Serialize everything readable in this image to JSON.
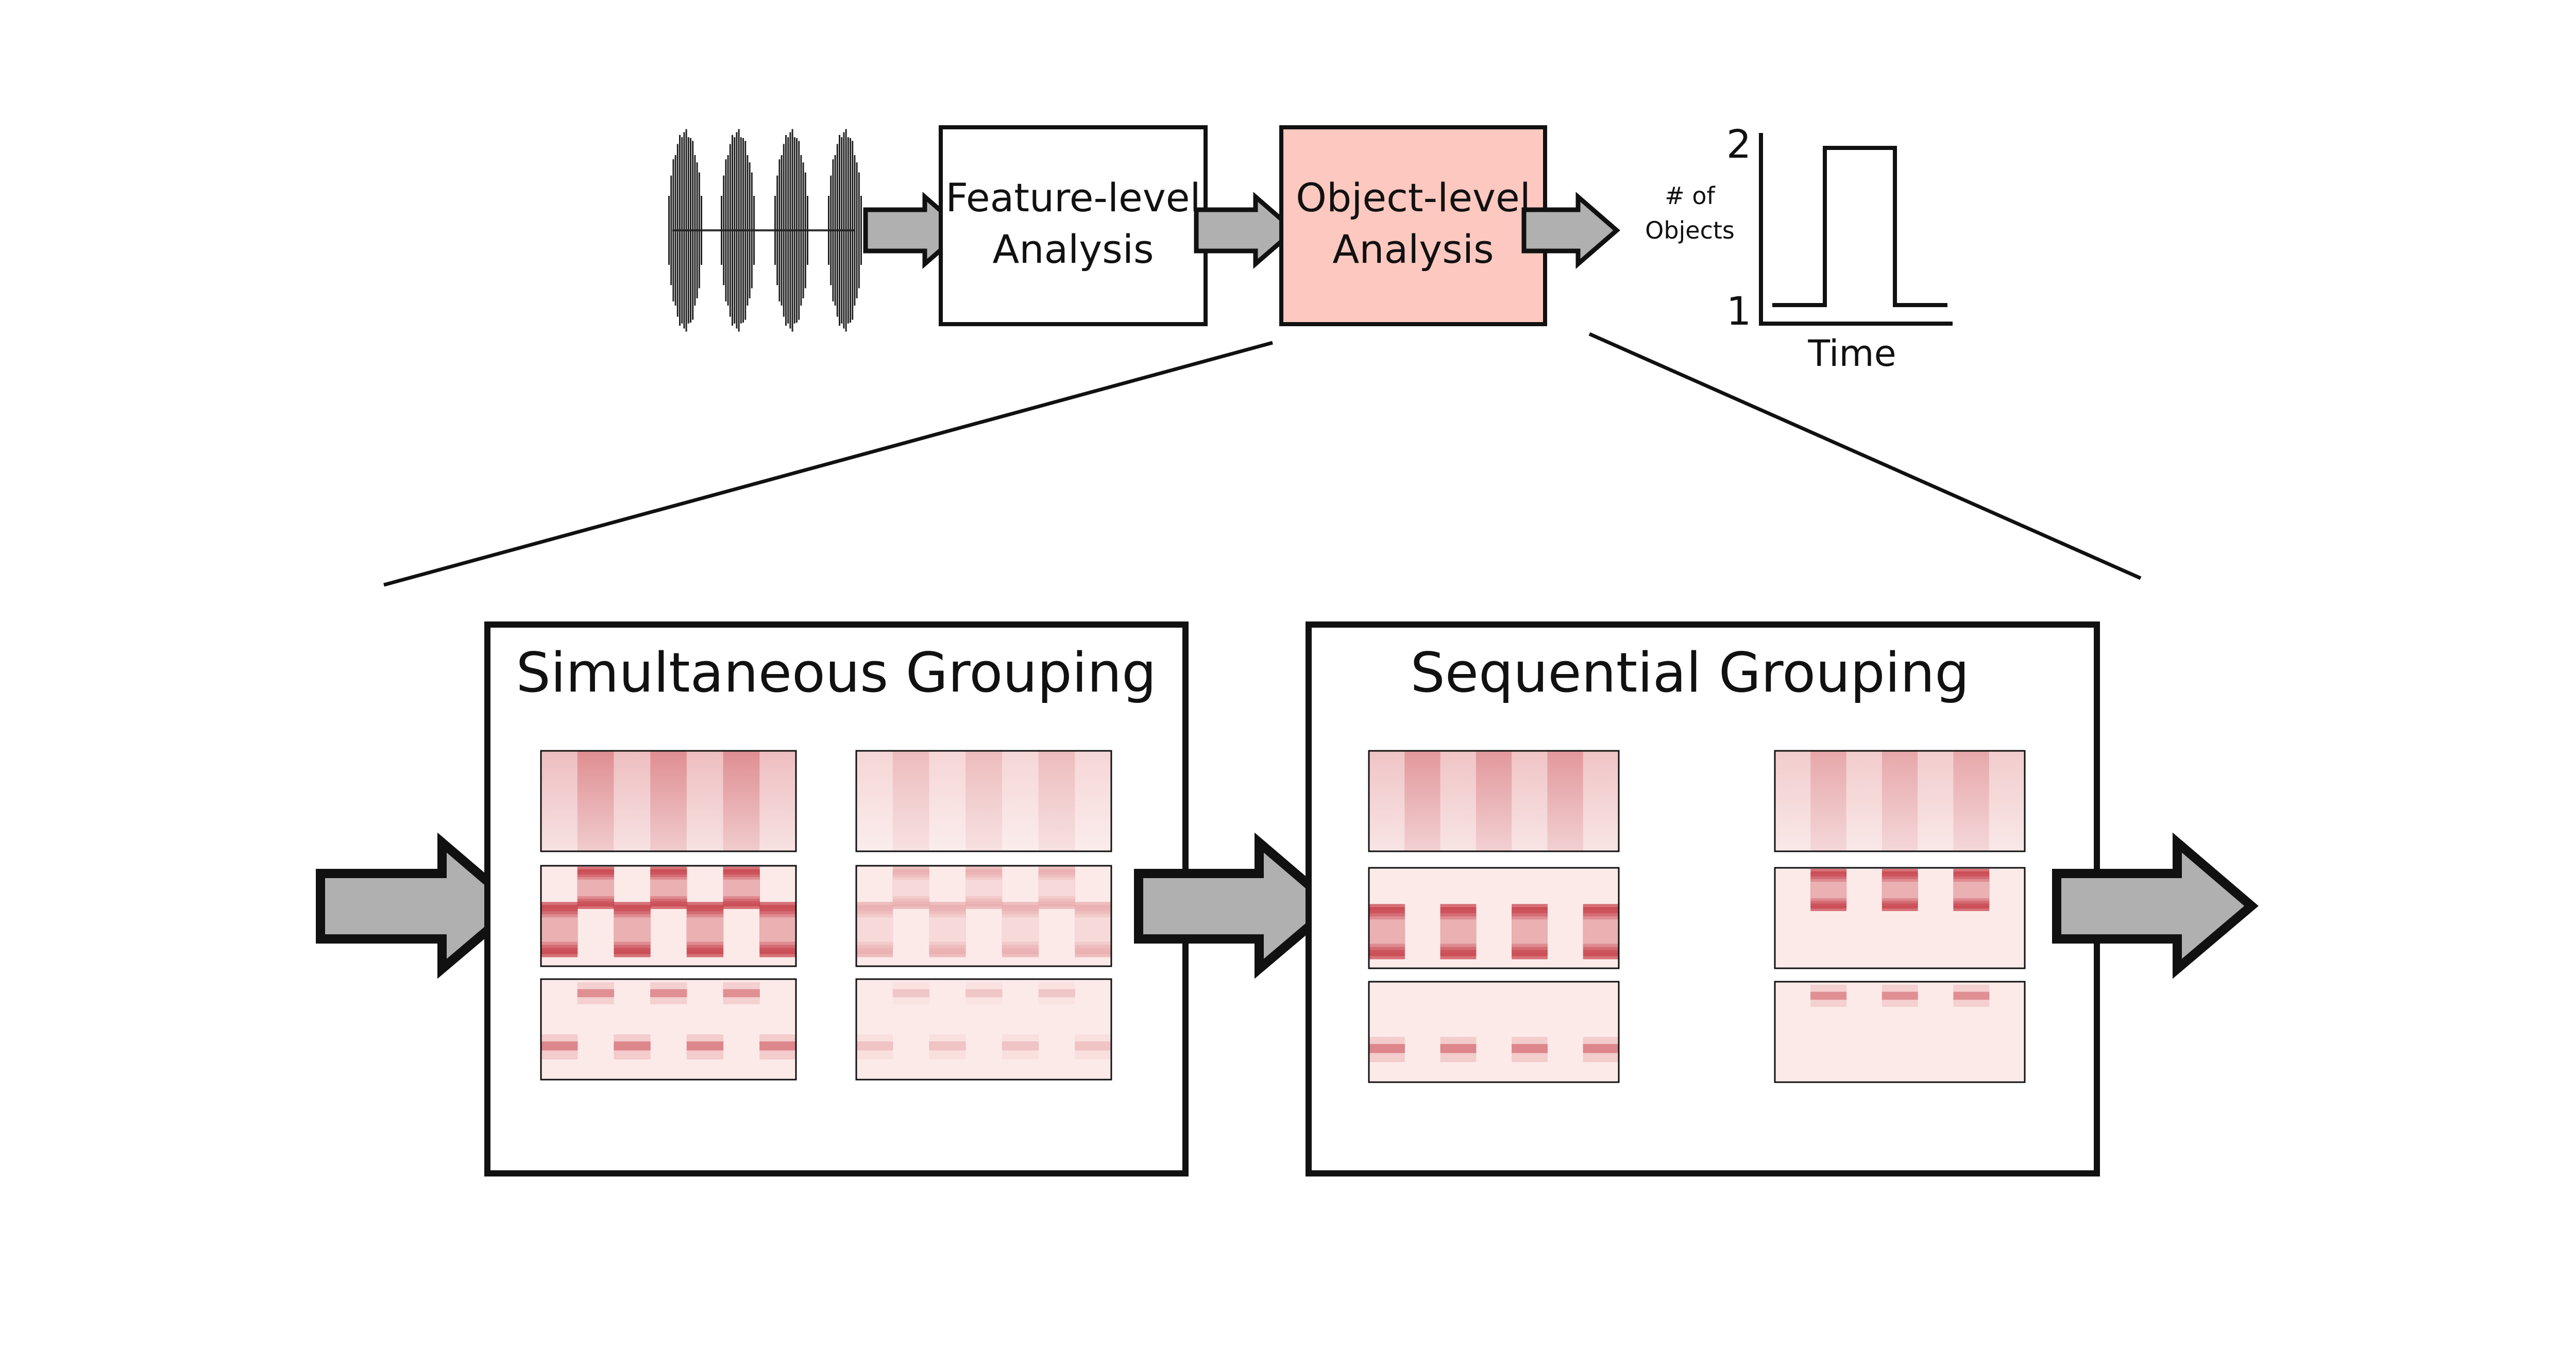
{
  "pipeline": {
    "feature_box": {
      "line1": "Feature-level",
      "line2": "Analysis"
    },
    "object_box": {
      "line1": "Object-level",
      "line2": "Analysis",
      "fill": "#fcc8bf"
    }
  },
  "objects_plot": {
    "ylabel_line1": "# of",
    "ylabel_line2": "Objects",
    "xlabel": "Time",
    "ytick_high": "2",
    "ytick_low": "1",
    "levels": [
      1,
      2,
      1
    ],
    "segments": [
      0.0,
      0.3,
      0.7,
      1.0
    ]
  },
  "panels": {
    "simultaneous": {
      "title": "Simultaneous Grouping"
    },
    "sequential": {
      "title": "Sequential Grouping"
    }
  },
  "colors": {
    "arrow_fill": "#b0b0b0",
    "stroke": "#111111",
    "heat_dark": "#b3000e",
    "heat_light": "#fff0ee"
  }
}
